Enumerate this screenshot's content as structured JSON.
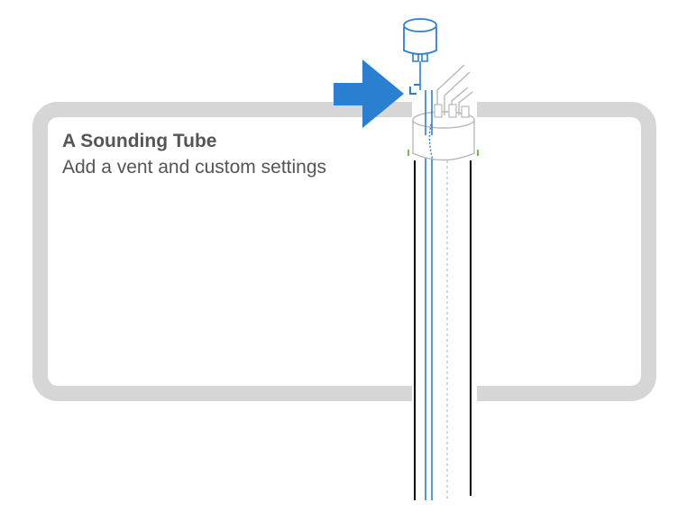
{
  "card": {
    "title": "A Sounding Tube",
    "subtitle": "Add a vent and custom settings"
  },
  "colors": {
    "accent_blue": "#2b7fd1",
    "card_border": "#d6d6d6",
    "text": "#555555",
    "line_gray": "#b8b8b8",
    "tube_wall": "#000000",
    "marker_green": "#6fbf4a"
  },
  "icons": {
    "pointer": "right-arrow-icon",
    "tank_illustration": "sounding-tube-illustration"
  }
}
